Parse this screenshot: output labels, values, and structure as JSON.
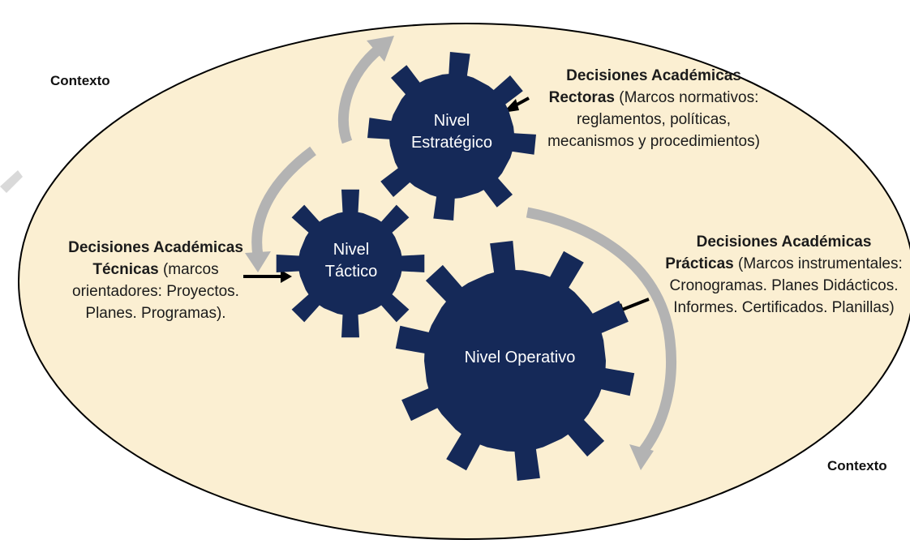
{
  "context_labels": {
    "top_left": "Contexto",
    "bottom_right": "Contexto"
  },
  "gears": {
    "strategic": {
      "line1": "Nivel",
      "line2": "Estratégico"
    },
    "tactical": {
      "line1": "Nivel",
      "line2": "Táctico"
    },
    "operative": {
      "line1": "Nivel Operativo"
    }
  },
  "annotations": {
    "rectoras": {
      "title": "Decisiones Académicas",
      "bold": "Rectoras",
      "line2_rest": " (Marcos normativos:",
      "line3": "reglamentos, políticas,",
      "line4": "mecanismos y procedimientos)"
    },
    "tecnicas": {
      "title": "Decisiones Académicas",
      "bold": "Técnicas",
      "line2_rest": " (marcos",
      "line3": "orientadores: Proyectos.",
      "line4": "Planes. Programas)."
    },
    "practicas": {
      "title": "Decisiones Académicas",
      "bold": "Prácticas",
      "line2_rest": " (Marcos instrumentales:",
      "line3": "Cronogramas. Planes Didácticos.",
      "line4": "Informes. Certificados. Planillas)"
    }
  },
  "colors": {
    "gear": "#152958",
    "background_ellipse": "#fbefd2",
    "ellipse_border": "#000000",
    "cycle_arrow": "#b3b3b3",
    "pointer_arrow": "#000000"
  }
}
